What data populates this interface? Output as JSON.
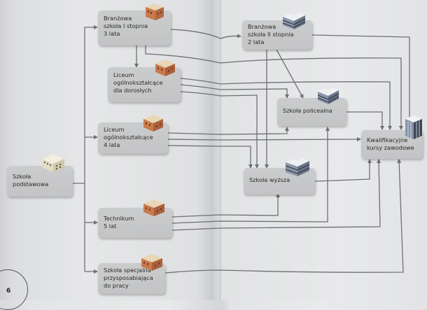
{
  "diagram": {
    "title": "",
    "nodes": [
      {
        "id": "podstawowa",
        "label": "Szkoła\npodstawowa",
        "icon": "school-building-icon"
      },
      {
        "id": "branzowa1",
        "label": "Branżowa\nszkoła I stopnia\n3 lata",
        "icon": "school-building-icon"
      },
      {
        "id": "liceum_dorosli",
        "label": "Liceum\nogólnokształcące\ndla dorosłych",
        "icon": "school-building-icon"
      },
      {
        "id": "liceum4",
        "label": "Liceum\nogólnokształcące\n4 lata",
        "icon": "school-building-icon"
      },
      {
        "id": "technikum",
        "label": "Technikum\n5 lat",
        "icon": "school-building-icon"
      },
      {
        "id": "specjalna",
        "label": "Szkoła specjalna\nprzysposabiająca\ndo pracy",
        "icon": "school-building-icon"
      },
      {
        "id": "branzowa2",
        "label": "Branżowa\nszkoła II stopnia\n2 lata",
        "icon": "modern-building-icon"
      },
      {
        "id": "policealna",
        "label": "Szkoła policealna",
        "icon": "modern-building-icon"
      },
      {
        "id": "wyzsza",
        "label": "Szkoła wyższa",
        "icon": "modern-building-icon"
      },
      {
        "id": "kursy",
        "label": "Kwalifikacyjne\nkursy zawodowe",
        "icon": "office-tower-icon"
      }
    ],
    "edges": [
      {
        "from": "podstawowa",
        "to": "branzowa1"
      },
      {
        "from": "podstawowa",
        "to": "liceum4"
      },
      {
        "from": "podstawowa",
        "to": "technikum"
      },
      {
        "from": "podstawowa",
        "to": "specjalna"
      },
      {
        "from": "branzowa1",
        "to": "liceum_dorosli"
      },
      {
        "from": "branzowa1",
        "to": "branzowa2"
      },
      {
        "from": "branzowa1",
        "to": "kursy"
      },
      {
        "from": "liceum_dorosli",
        "to": "kursy"
      },
      {
        "from": "liceum_dorosli",
        "to": "policealna"
      },
      {
        "from": "liceum_dorosli",
        "to": "wyzsza"
      },
      {
        "from": "branzowa2",
        "to": "kursy"
      },
      {
        "from": "branzowa2",
        "to": "policealna"
      },
      {
        "from": "branzowa2",
        "to": "wyzsza"
      },
      {
        "from": "liceum4",
        "to": "policealna"
      },
      {
        "from": "liceum4",
        "to": "kursy"
      },
      {
        "from": "liceum4",
        "to": "wyzsza"
      },
      {
        "from": "policealna",
        "to": "kursy"
      },
      {
        "from": "wyzsza",
        "to": "kursy"
      },
      {
        "from": "technikum",
        "to": "wyzsza"
      },
      {
        "from": "technikum",
        "to": "policealna"
      },
      {
        "from": "technikum",
        "to": "kursy"
      },
      {
        "from": "specjalna",
        "to": "kursy"
      }
    ],
    "page_number": "6"
  }
}
